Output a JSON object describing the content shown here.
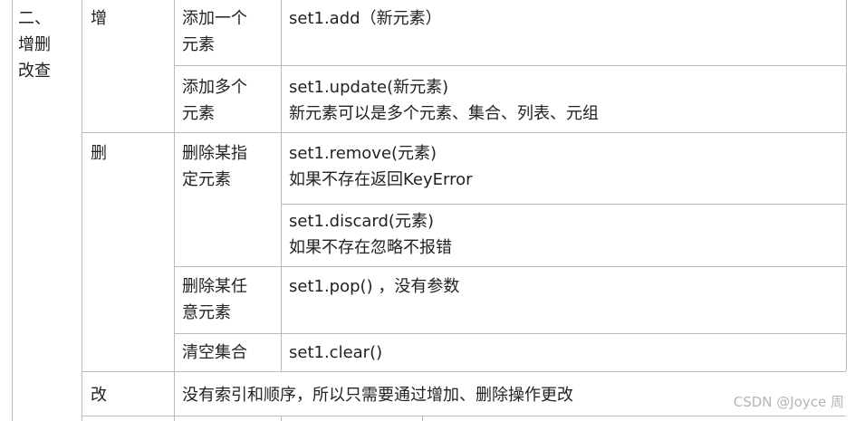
{
  "section": {
    "line1": "二、",
    "line2": "增删",
    "line3": "改查"
  },
  "add": {
    "label": "增",
    "add_one": {
      "desc1": "添加一个",
      "desc2": "元素",
      "code": "set1.add（新元素）"
    },
    "add_many": {
      "desc1": "添加多个",
      "desc2": "元素",
      "code": "set1.update(新元素)",
      "note": "新元素可以是多个元素、集合、列表、元组"
    }
  },
  "delete": {
    "label": "删",
    "remove_specific": {
      "desc1": "删除某指",
      "desc2": "定元素"
    },
    "remove": {
      "code": "set1.remove(元素)",
      "note": "如果不存在返回KeyError"
    },
    "discard": {
      "code": "set1.discard(元素)",
      "note": "如果不存在忽略不报错"
    },
    "remove_any": {
      "desc1": "删除某任",
      "desc2": "意元素",
      "code": "set1.pop()  ，没有参数"
    },
    "clear": {
      "desc": "清空集合",
      "code": "set1.clear()"
    }
  },
  "modify": {
    "label": "改",
    "note": "没有索引和顺序，所以只需要通过增加、删除操作更改"
  },
  "watermark": "CSDN @Joyce 周"
}
